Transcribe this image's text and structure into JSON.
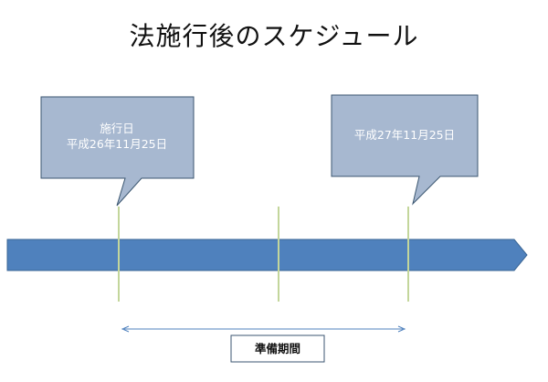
{
  "title": "法施行後のスケジュール",
  "callouts": {
    "enforcement": {
      "label": "施行日",
      "date": "平成26年11月25日"
    },
    "deadline": {
      "date": "平成27年11月25日"
    }
  },
  "period": {
    "label": "準備期間"
  },
  "colors": {
    "timeline_fill": "#4f81bd",
    "timeline_stroke": "#3a6594",
    "callout_fill": "#a7b8d0",
    "callout_stroke": "#3b5670",
    "marker_line": "#c3d69b",
    "period_arrow": "#4f81bd"
  }
}
